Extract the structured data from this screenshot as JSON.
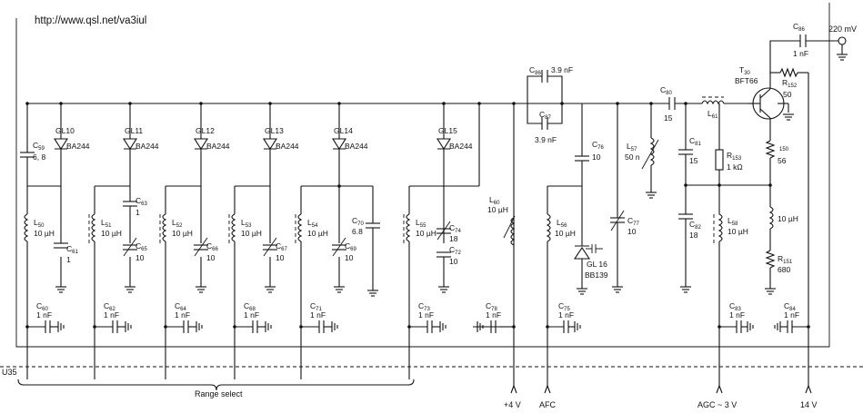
{
  "url_text": "http://www.qsl.net/va3iul",
  "module_id": "U35",
  "output": {
    "level": "220 mV",
    "cap": "C",
    "cap_sub": "86",
    "cap_val": "1 nF"
  },
  "range_select": "Range select",
  "supply_4v": "+4 V",
  "afc": "AFC",
  "agc": "AGC ~ 3 V",
  "supply_14v": "14 V",
  "bands": [
    {
      "diode": "GL10",
      "diode_type": "BA244",
      "cap": "C",
      "cap_sub": "59",
      "cap_val": "6, 8",
      "ind": "L",
      "ind_sub": "50",
      "ind_val": "10 µH",
      "trim": "C",
      "trim_sub": "61",
      "trim_val": "1",
      "dec": "C",
      "dec_sub": "60",
      "dec_val": "1 nF"
    },
    {
      "diode": "GL11",
      "diode_type": "BA244",
      "cap": "C",
      "cap_sub": "63",
      "cap_val": "1",
      "ind": "L",
      "ind_sub": "51",
      "ind_val": "10 µH",
      "trim": "C",
      "trim_sub": "65",
      "trim_val": "10",
      "dec": "C",
      "dec_sub": "62",
      "dec_val": "1 nF"
    },
    {
      "diode": "GL12",
      "diode_type": "BA244",
      "ind": "L",
      "ind_sub": "52",
      "ind_val": "10 µH",
      "trim": "C",
      "trim_sub": "66",
      "trim_val": "10",
      "dec": "C",
      "dec_sub": "64",
      "dec_val": "1 nF"
    },
    {
      "diode": "GL13",
      "diode_type": "BA244",
      "ind": "L",
      "ind_sub": "53",
      "ind_val": "10 µH",
      "trim": "C",
      "trim_sub": "67",
      "trim_val": "10",
      "dec": "C",
      "dec_sub": "68",
      "dec_val": "1 nF"
    },
    {
      "diode": "GL14",
      "diode_type": "BA244",
      "cap": "C",
      "cap_sub": "70",
      "cap_val": "6.8",
      "ind": "L",
      "ind_sub": "54",
      "ind_val": "10 µH",
      "trim": "C",
      "trim_sub": "69",
      "trim_val": "10",
      "dec": "C",
      "dec_sub": "71",
      "dec_val": "1 nF"
    },
    {
      "diode": "GL15",
      "diode_type": "BA244",
      "ind": "L",
      "ind_sub": "55",
      "ind_val": "10 µH",
      "trim": "C",
      "trim_sub": "74",
      "trim_val": "18",
      "cap2": "C",
      "cap2_sub": "72",
      "cap2_val": "10",
      "dec": "C",
      "dec_sub": "73",
      "dec_val": "1 nF"
    }
  ],
  "l60": {
    "ref": "L",
    "sub": "60",
    "val": "10 µH"
  },
  "c78": {
    "ref": "C",
    "sub": "78",
    "val": "1 nF"
  },
  "c86": {
    "ref": "C",
    "sub": "86",
    "val": "3.9 nF"
  },
  "c87": {
    "ref": "C",
    "sub": "87",
    "val": "3.9 nF"
  },
  "c76": {
    "ref": "C",
    "sub": "76",
    "val": "10"
  },
  "l56": {
    "ref": "L",
    "sub": "56",
    "val": "10 µH"
  },
  "gl16": {
    "ref": "GL 16",
    "val": "BB139"
  },
  "c75": {
    "ref": "C",
    "sub": "75",
    "val": "1 nF"
  },
  "c77": {
    "ref": "C",
    "sub": "77",
    "val": "10"
  },
  "l57": {
    "ref": "L",
    "sub": "57",
    "val": "50 n"
  },
  "c80": {
    "ref": "C",
    "sub": "80",
    "val": "15"
  },
  "l61": {
    "ref": "L",
    "sub": "61"
  },
  "c81": {
    "ref": "C",
    "sub": "81",
    "val": "15"
  },
  "c82": {
    "ref": "C",
    "sub": "82",
    "val": "18"
  },
  "r153": {
    "ref": "R",
    "sub": "153",
    "val": "1 kΩ"
  },
  "l58": {
    "ref": "L",
    "sub": "58",
    "val": "10 µH"
  },
  "c83": {
    "ref": "C",
    "sub": "83",
    "val": "1 nF"
  },
  "transistor": {
    "ref": "T",
    "sub": "30",
    "type": "BFT66"
  },
  "r152": {
    "ref": "R",
    "sub": "152",
    "val": "50"
  },
  "r150": {
    "ref": "150",
    "val": "56"
  },
  "l59": {
    "val": "10 µH"
  },
  "r151": {
    "ref": "R",
    "sub": "151",
    "val": "680"
  },
  "c84": {
    "ref": "C",
    "sub": "84",
    "val": "1 nF"
  }
}
